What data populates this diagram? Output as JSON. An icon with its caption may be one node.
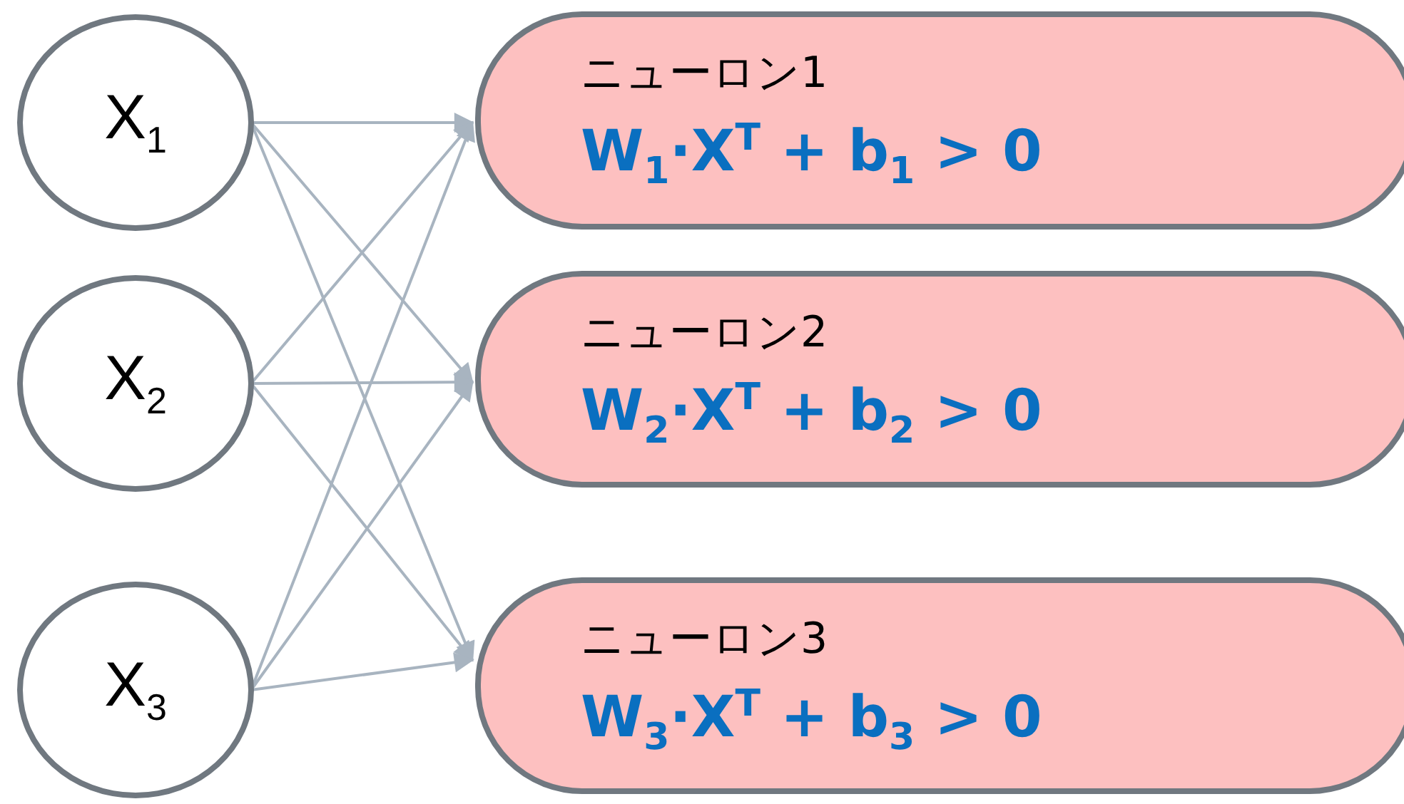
{
  "diagram": {
    "nodes": [
      {
        "text": [
          "X$_{1}$"
        ]
      },
      {
        "text": [
          "X$_{2}$"
        ]
      },
      {
        "text": [
          "X$_{3}$"
        ]
      },
      {
        "text": [
          "ニューロン1",
          "W$_{1}$·X$^{T}$ + b$_{1}$ > 0"
        ]
      },
      {
        "text": [
          "ニューロン2",
          "W$_{2}$·X$^{T}$ + b$_{2}$ > 0"
        ]
      },
      {
        "text": [
          "ニューロン3",
          "W$_{3}$·X$^{T}$ + b$_{3}$ > 0"
        ]
      }
    ],
    "edges": [
      {
        "from": 0,
        "to": 3,
        "arrow": "to"
      },
      {
        "from": 0,
        "to": 4,
        "arrow": "to"
      },
      {
        "from": 0,
        "to": 5,
        "arrow": "to"
      },
      {
        "from": 1,
        "to": 3,
        "arrow": "to"
      },
      {
        "from": 1,
        "to": 4,
        "arrow": "to"
      },
      {
        "from": 1,
        "to": 5,
        "arrow": "to"
      },
      {
        "from": 2,
        "to": 3,
        "arrow": "to"
      },
      {
        "from": 2,
        "to": 4,
        "arrow": "to"
      },
      {
        "from": 2,
        "to": 5,
        "arrow": "to"
      }
    ]
  }
}
